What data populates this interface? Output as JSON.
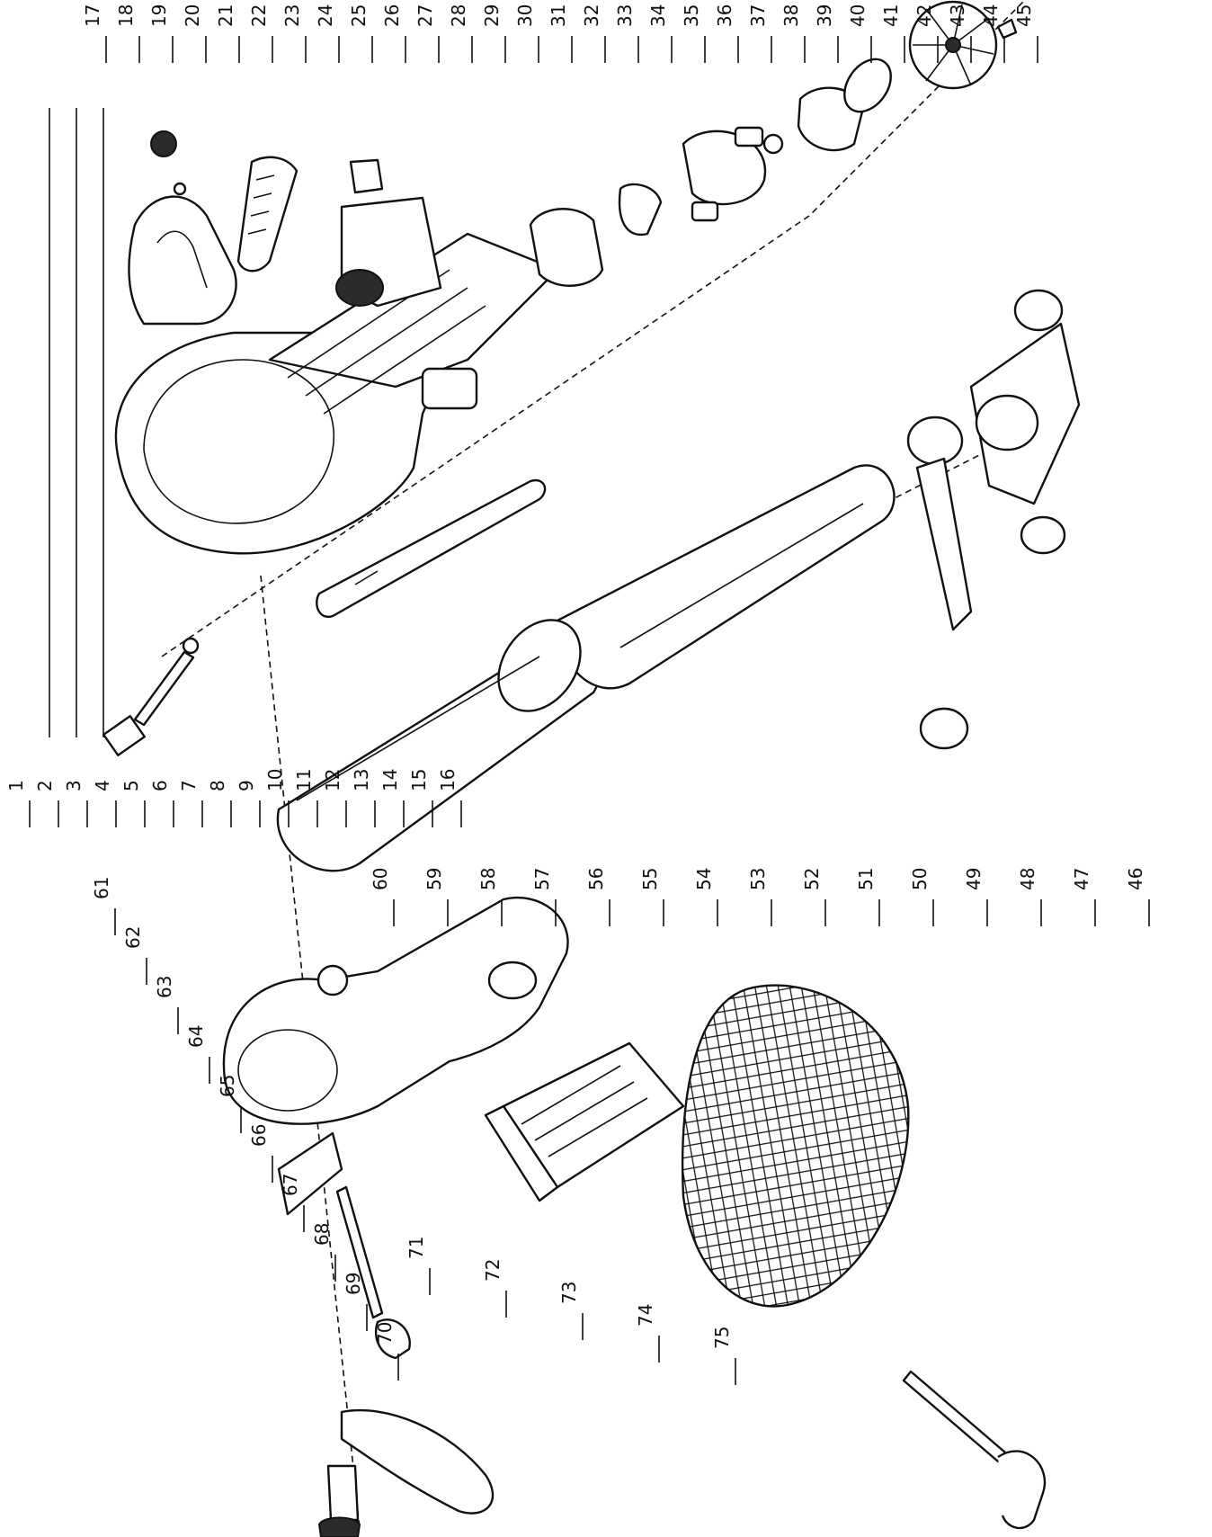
{
  "callouts": {
    "top": [
      "17",
      "18",
      "19",
      "20",
      "21",
      "22",
      "23",
      "24",
      "25",
      "26",
      "27",
      "28",
      "29",
      "30",
      "31",
      "32",
      "33",
      "34",
      "35",
      "36",
      "37",
      "38",
      "39",
      "40",
      "41",
      "42",
      "43",
      "44",
      "45"
    ],
    "upper_left": [
      "1",
      "2",
      "3",
      "4",
      "5",
      "6",
      "7",
      "8",
      "9",
      "10",
      "11",
      "12",
      "13",
      "14",
      "15",
      "16"
    ],
    "middle": [
      "60",
      "59",
      "58",
      "57",
      "56",
      "55",
      "54",
      "53",
      "52",
      "51",
      "50",
      "49",
      "48",
      "47",
      "46"
    ],
    "left": [
      "61",
      "62",
      "63",
      "64",
      "65",
      "66",
      "67",
      "68",
      "69",
      "70"
    ],
    "bottom": [
      "71",
      "72",
      "73",
      "74",
      "75"
    ]
  },
  "icons": {
    "motor": "motor-assembly-icon",
    "impeller": "impeller-icon",
    "housing": "blower-housing-icon",
    "tube": "blow-tube-icon",
    "bag": "collection-bag-mesh-icon",
    "cord": "power-cord-icon"
  },
  "colors": {
    "ink": "#111111",
    "paper": "#ffffff"
  }
}
